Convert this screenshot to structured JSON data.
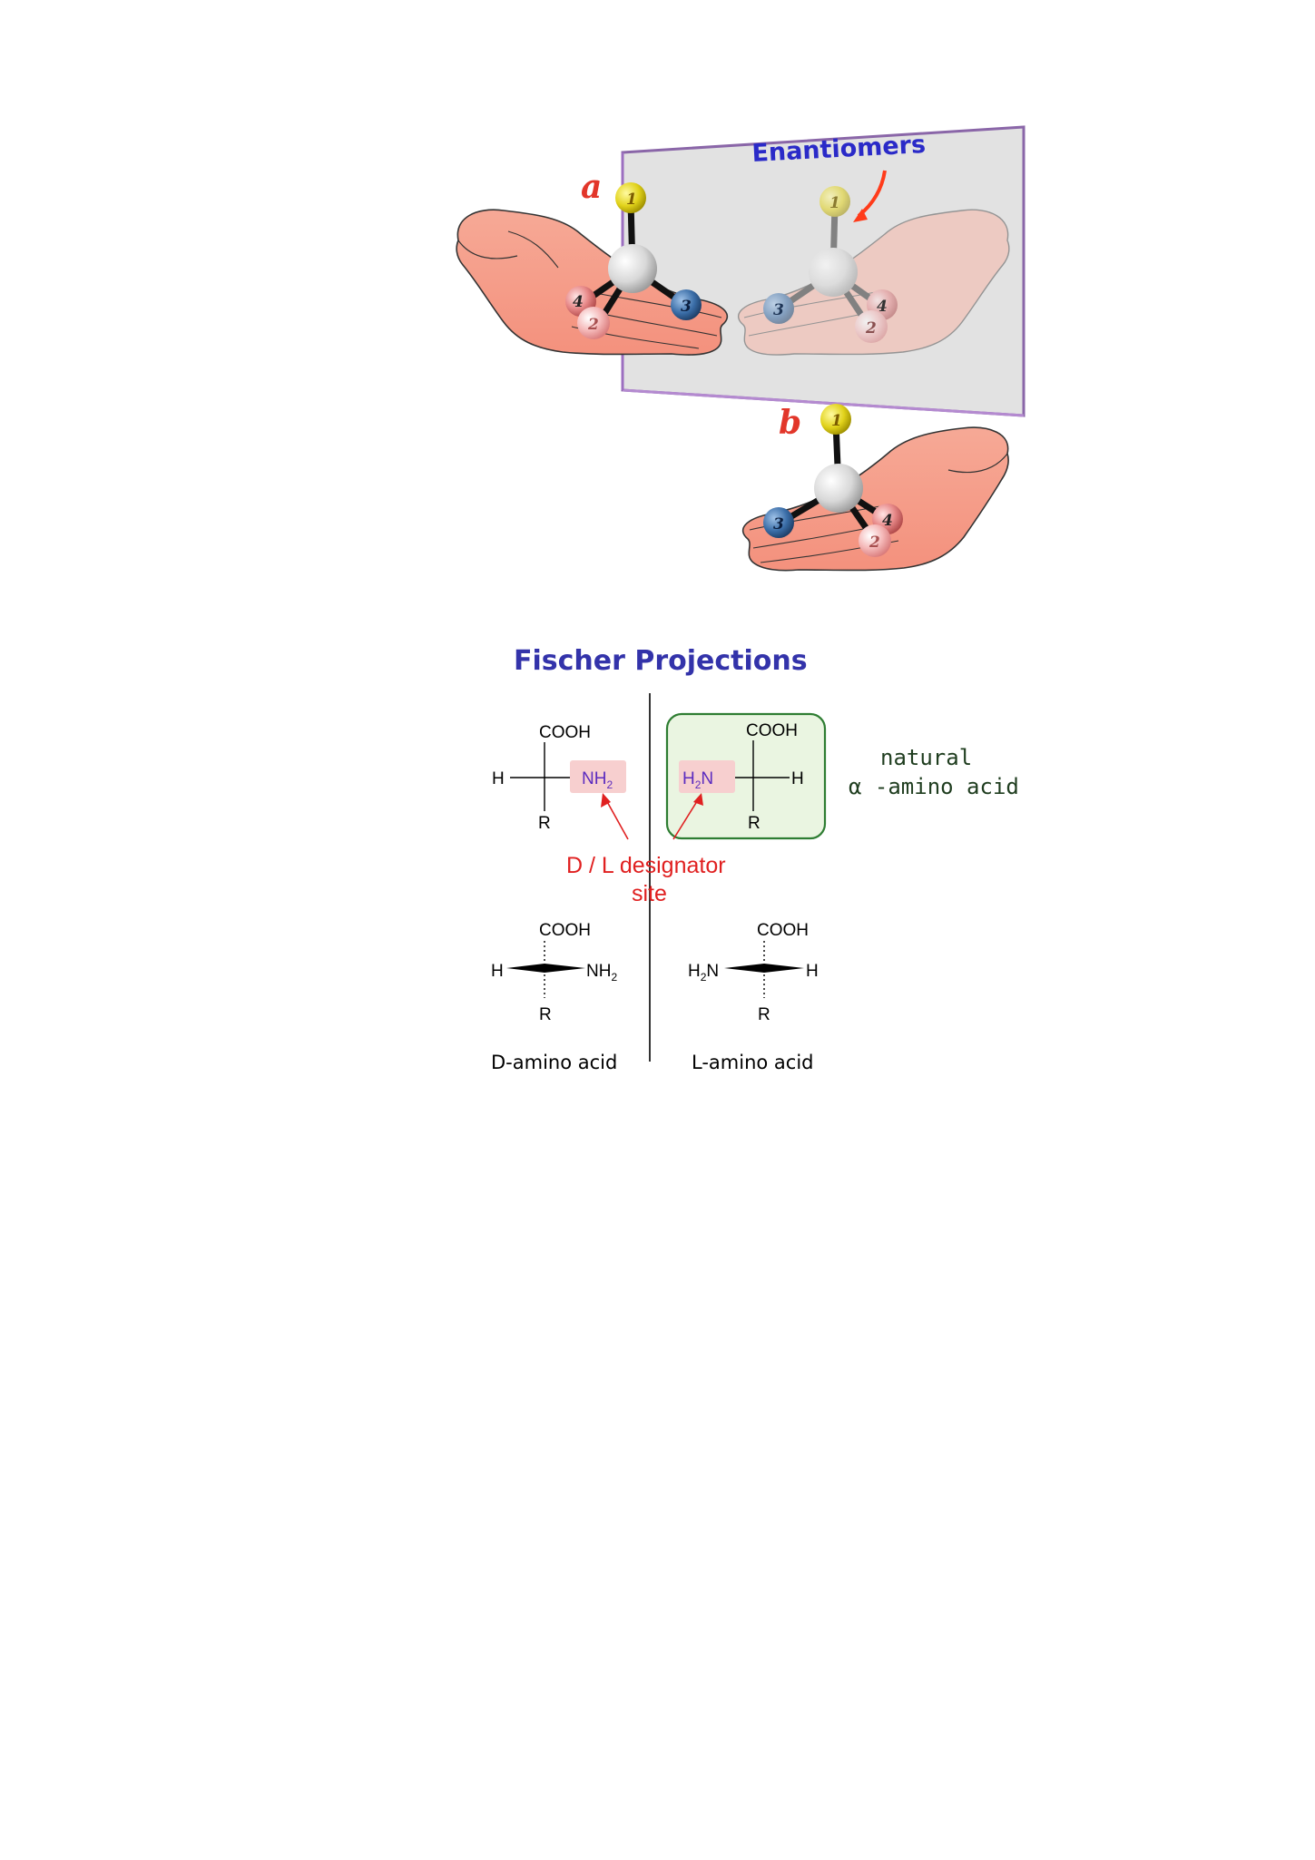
{
  "figure": {
    "enantiomers_title": "Enantiomers",
    "label_a": "a",
    "label_b": "b",
    "sub_1": "1",
    "sub_2": "2",
    "sub_3": "3",
    "sub_4": "4"
  },
  "fischer": {
    "title": "Fischer Projections",
    "cooh": "COOH",
    "h": "H",
    "r": "R",
    "nh2_base": "NH",
    "h2n_h": "H",
    "h2n_n": "N",
    "sub_two": "2",
    "designator_line1": "D / L designator",
    "designator_line2": "site",
    "natural_line1": "natural",
    "natural_line2": "α -amino acid",
    "d_caption": "D-amino acid",
    "l_caption": "L-amino acid"
  },
  "colors": {
    "title_blue": "#3333aa",
    "accent_red": "#e02020",
    "green_box": "#2e7d32",
    "green_fill": "#eaf5e1",
    "nh2_purple": "#5b2bbf",
    "nh2_fill": "#f7cfcf"
  }
}
